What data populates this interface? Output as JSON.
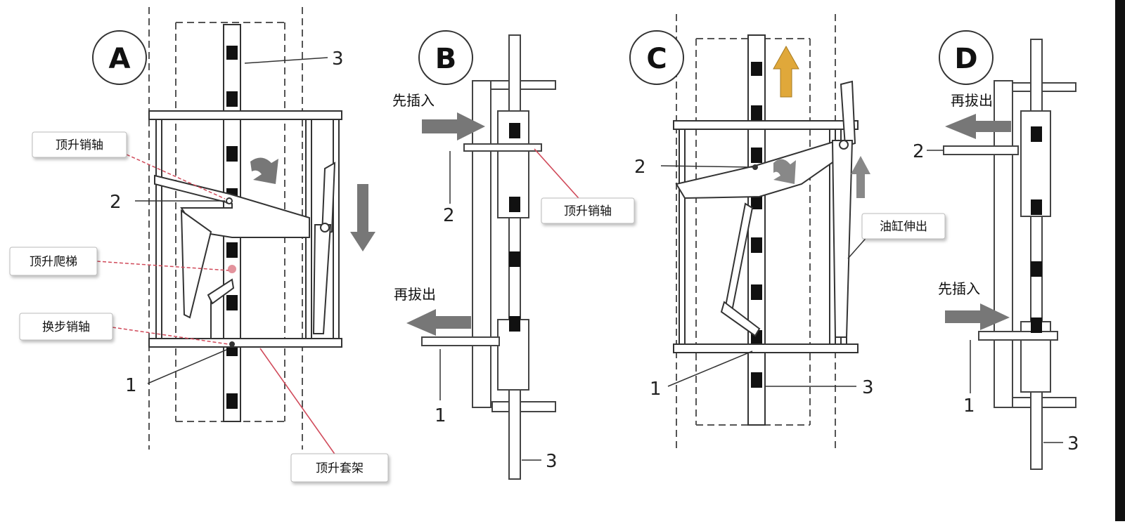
{
  "panels": {
    "A": {
      "letter": "A",
      "label_pin": "顶升销轴",
      "label_ladder": "顶升爬梯",
      "label_step_pin": "换步销轴",
      "label_frame": "顶升套架",
      "num_1": "1",
      "num_2": "2",
      "num_3": "3"
    },
    "B": {
      "letter": "B",
      "label_insert_first": "先插入",
      "label_pull_out": "再拔出",
      "label_pin": "顶升销轴",
      "num_1": "1",
      "num_2": "2",
      "num_3": "3"
    },
    "C": {
      "letter": "C",
      "label_cylinder": "油缸伸出",
      "num_1": "1",
      "num_2": "2",
      "num_3": "3"
    },
    "D": {
      "letter": "D",
      "label_pull_out": "再拔出",
      "label_insert_first": "先插入",
      "num_1": "1",
      "num_2": "2",
      "num_3": "3"
    }
  },
  "colors": {
    "line": "#444444",
    "gray_arrow": "#777777",
    "red_leader": "#d04a5a",
    "up_arrow": "#e0a83a",
    "rung": "#111111"
  }
}
